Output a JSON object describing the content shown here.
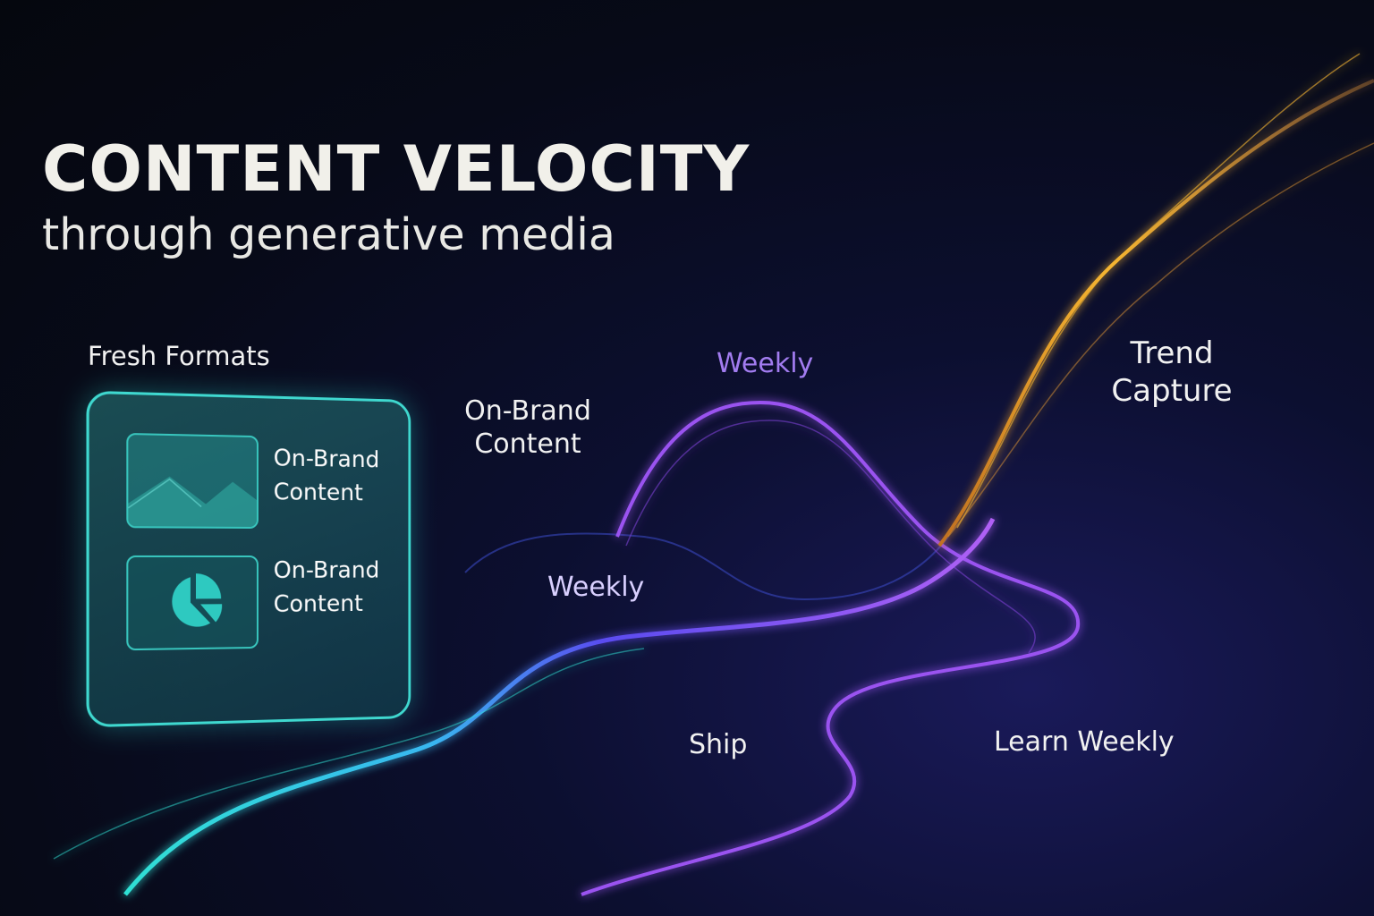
{
  "header": {
    "title": "CONTENT VELOCITY",
    "subtitle": "through generative media"
  },
  "card": {
    "heading": "Fresh Formats",
    "items": [
      {
        "icon": "mountain-image-icon",
        "line1": "On-Brand",
        "line2": "Content"
      },
      {
        "icon": "pie-chart-icon",
        "line1": "On-Brand",
        "line2": "Content"
      }
    ]
  },
  "labels": {
    "on_brand_1": "On-Brand",
    "on_brand_2": "Content",
    "weekly_top": "Weekly",
    "trend_1": "Trend",
    "trend_2": "Capture",
    "weekly_mid": "Weekly",
    "ship": "Ship",
    "learn_weekly": "Learn Weekly"
  },
  "colors": {
    "teal": "#2fe0d4",
    "blue": "#4a5cf0",
    "purple": "#9a52f0",
    "gold": "#f5b531"
  }
}
